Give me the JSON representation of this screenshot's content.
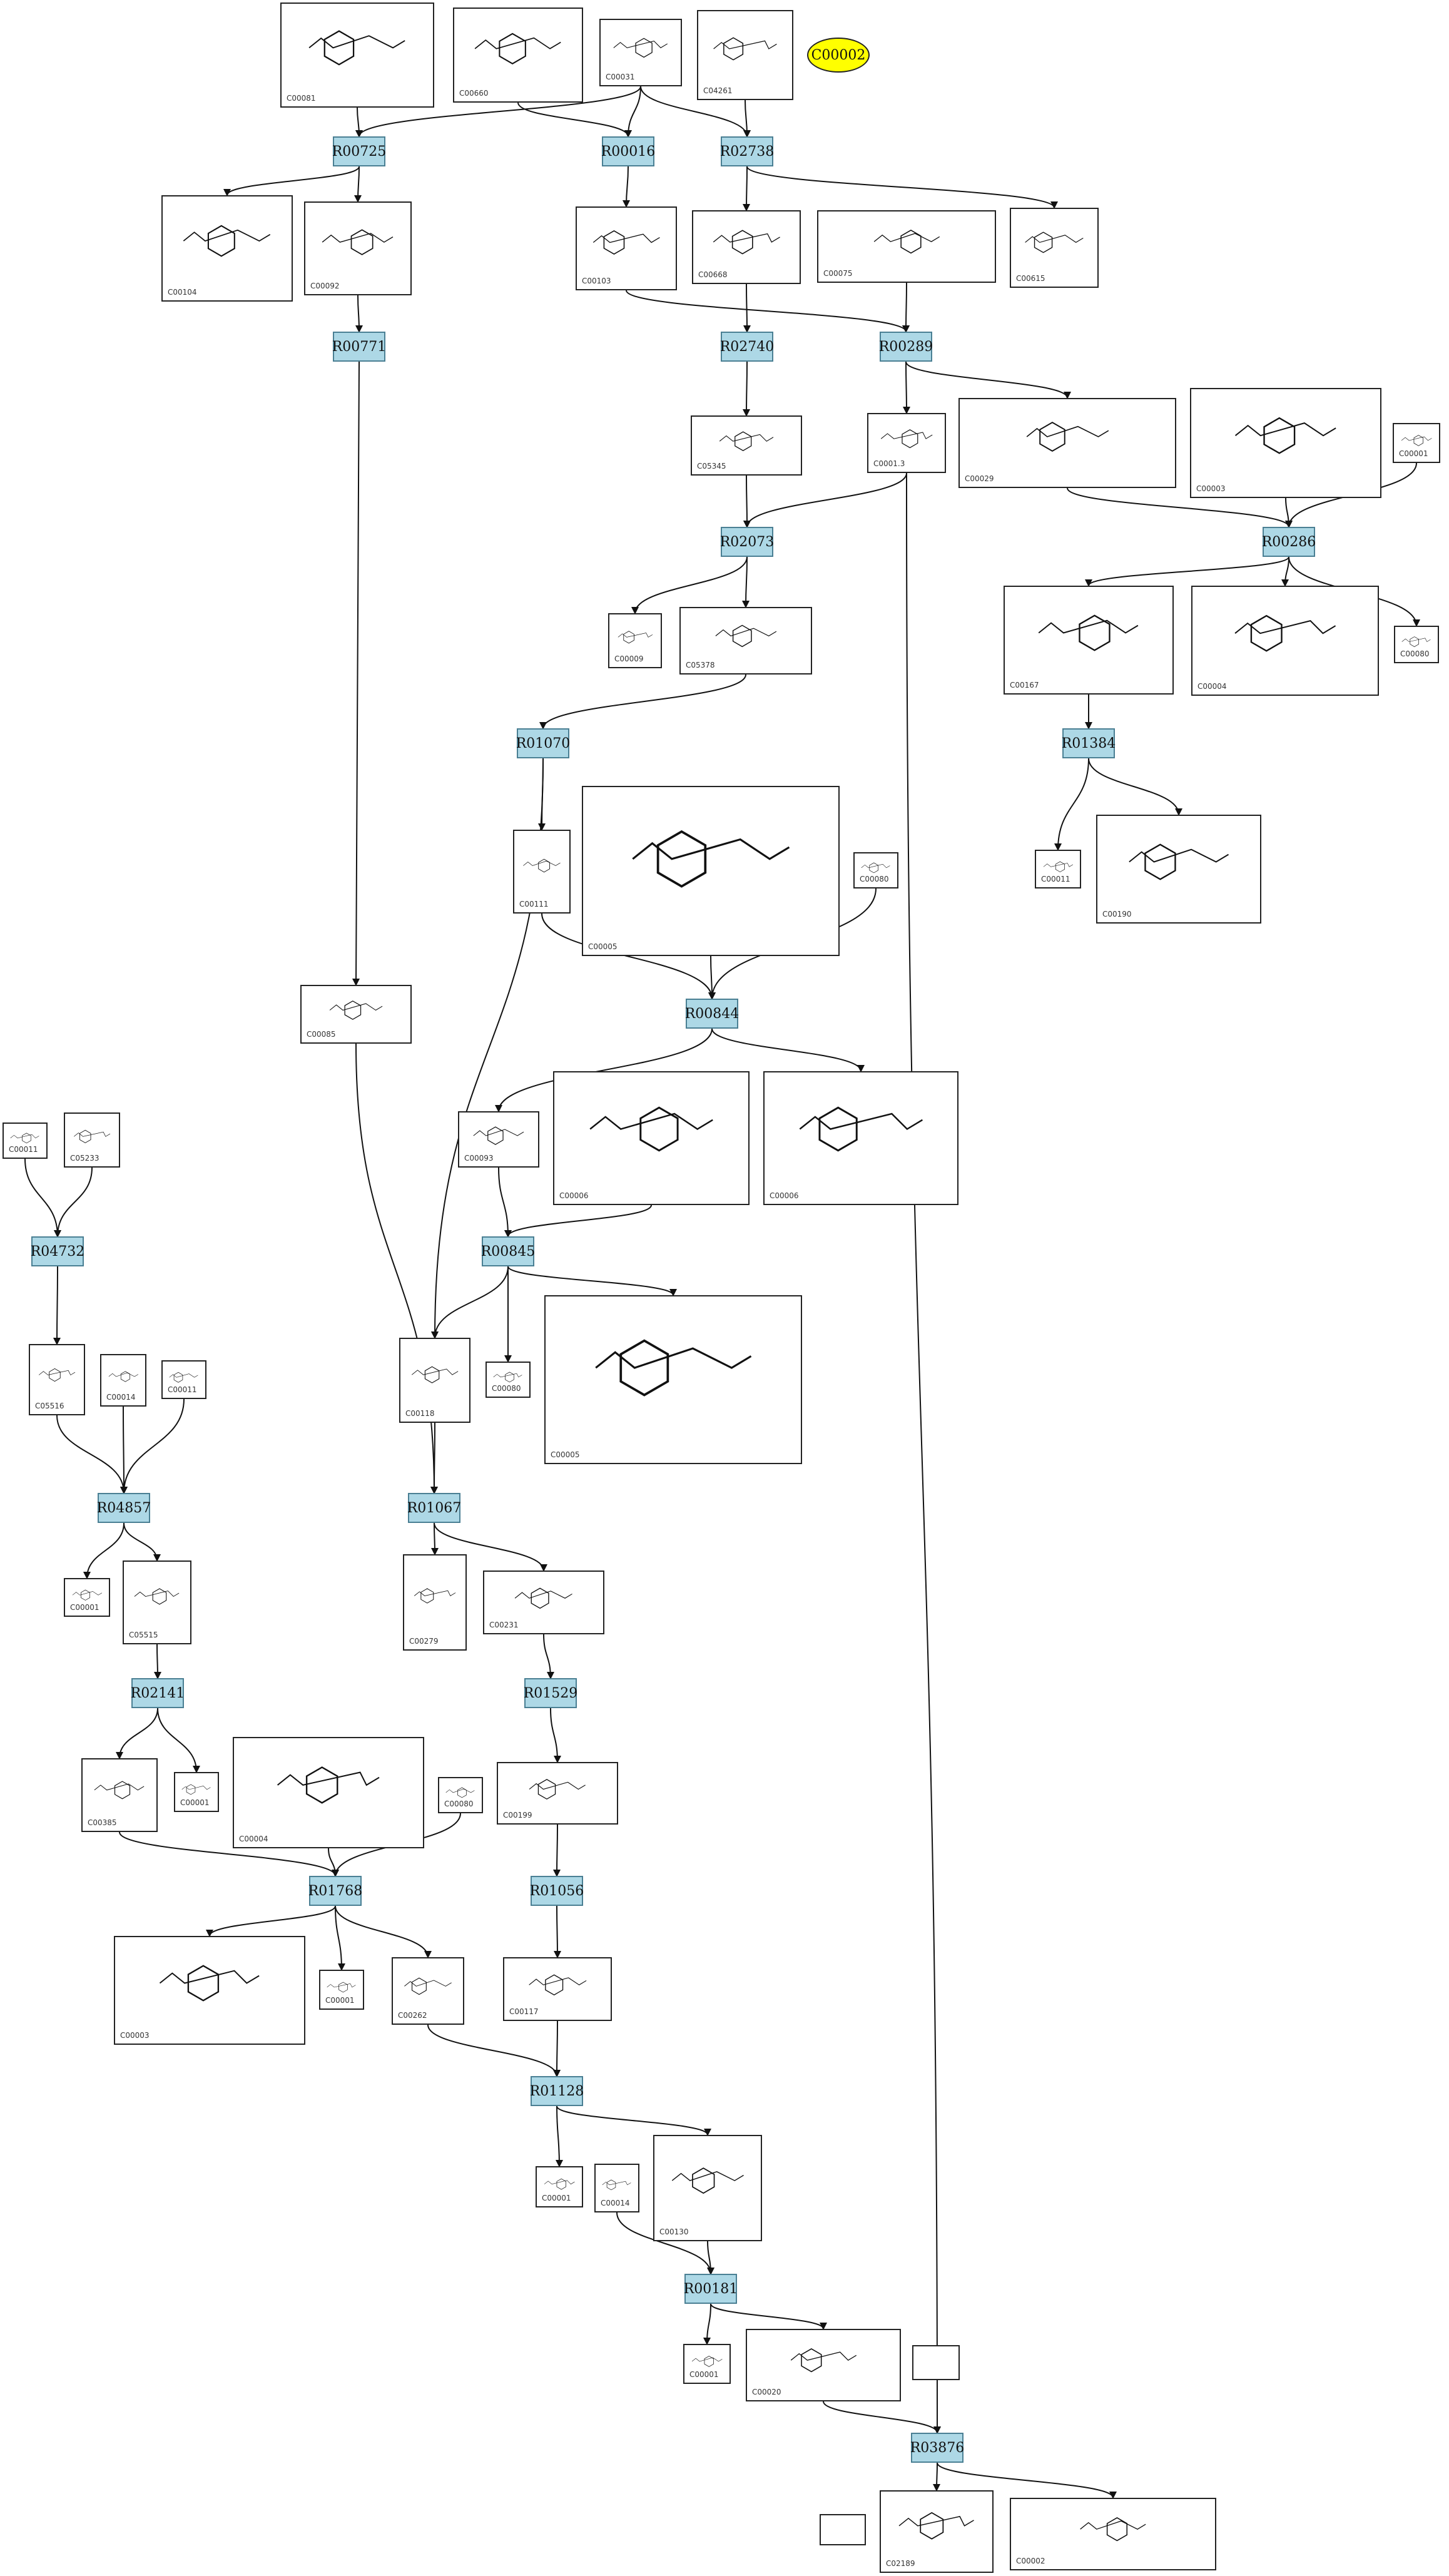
{
  "highlight": "C00002",
  "reactions": [
    "R00725",
    "R00016",
    "R02738",
    "R00771",
    "R02740",
    "R00289",
    "R02073",
    "R00286",
    "R01384",
    "R01070",
    "R00844",
    "R04732",
    "R00845",
    "R04857",
    "R01067",
    "R02141",
    "R01529",
    "R01768",
    "R01056",
    "R01128",
    "R00181",
    "R03876"
  ],
  "compounds": [
    {
      "id": "C00081",
      "label": "C00081"
    },
    {
      "id": "C00660",
      "label": "C00660"
    },
    {
      "id": "C00031",
      "label": "C00031"
    },
    {
      "id": "C04261",
      "label": "C04261"
    },
    {
      "id": "C00104",
      "label": "C00104"
    },
    {
      "id": "C00092",
      "label": "C00092"
    },
    {
      "id": "C00103",
      "label": "C00103"
    },
    {
      "id": "C00668",
      "label": "C00668"
    },
    {
      "id": "C00075",
      "label": "C00075"
    },
    {
      "id": "C00615",
      "label": "C00615"
    },
    {
      "id": "C05345",
      "label": "C05345"
    },
    {
      "id": "C00013",
      "label": "C0001.3"
    },
    {
      "id": "C00029",
      "label": "C00029"
    },
    {
      "id": "C00003a",
      "label": "C00003"
    },
    {
      "id": "C00001a",
      "label": "C00001"
    },
    {
      "id": "C00009",
      "label": "C00009"
    },
    {
      "id": "C05378",
      "label": "C05378"
    },
    {
      "id": "C00167",
      "label": "C00167"
    },
    {
      "id": "C00004a",
      "label": "C00004"
    },
    {
      "id": "C00080a",
      "label": "C00080"
    },
    {
      "id": "C00111",
      "label": "C00111"
    },
    {
      "id": "C00005a",
      "label": "C00005"
    },
    {
      "id": "C00080b",
      "label": "C00080"
    },
    {
      "id": "C00011a",
      "label": "C00011"
    },
    {
      "id": "C00190",
      "label": "C00190"
    },
    {
      "id": "C00085",
      "label": "C00085"
    },
    {
      "id": "C00011b",
      "label": "C00011"
    },
    {
      "id": "C05233",
      "label": "C05233"
    },
    {
      "id": "C00093",
      "label": "C00093"
    },
    {
      "id": "C00006a",
      "label": "C00006"
    },
    {
      "id": "C00006b",
      "label": "C00006"
    },
    {
      "id": "C05516",
      "label": "C05516"
    },
    {
      "id": "C00014a",
      "label": "C00014"
    },
    {
      "id": "C00011c",
      "label": "C00011"
    },
    {
      "id": "C00118",
      "label": "C00118"
    },
    {
      "id": "C00080c",
      "label": "C00080"
    },
    {
      "id": "C00005b",
      "label": "C00005"
    },
    {
      "id": "C00001b",
      "label": "C00001"
    },
    {
      "id": "C05515",
      "label": "C05515"
    },
    {
      "id": "C00279",
      "label": "C00279"
    },
    {
      "id": "C00231",
      "label": "C00231"
    },
    {
      "id": "C00385",
      "label": "C00385"
    },
    {
      "id": "C00001c",
      "label": "C00001"
    },
    {
      "id": "C00004b",
      "label": "C00004"
    },
    {
      "id": "C00080d",
      "label": "C00080"
    },
    {
      "id": "C00199",
      "label": "C00199"
    },
    {
      "id": "C00003b",
      "label": "C00003"
    },
    {
      "id": "C00001d",
      "label": "C00001"
    },
    {
      "id": "C00262",
      "label": "C00262"
    },
    {
      "id": "C00117",
      "label": "C00117"
    },
    {
      "id": "C00001e",
      "label": "C00001"
    },
    {
      "id": "C00014b",
      "label": "C00014"
    },
    {
      "id": "C00130",
      "label": "C00130"
    },
    {
      "id": "C00001f",
      "label": "C00001"
    },
    {
      "id": "C00020",
      "label": "C00020"
    },
    {
      "id": "C02189",
      "label": "C02189"
    },
    {
      "id": "C00002",
      "label": "C00002"
    }
  ]
}
